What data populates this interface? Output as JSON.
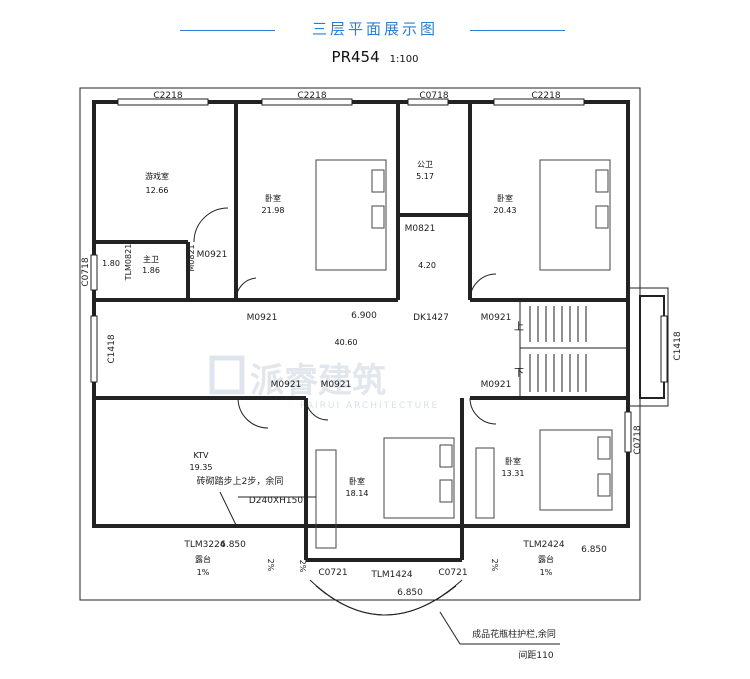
{
  "header": {
    "title": "三层平面展示图",
    "code": "PR454",
    "scale": "1:100"
  },
  "watermark": {
    "brand": "派睿建筑",
    "sub": "PAIRUI ARCHITECTURE"
  },
  "rooms": {
    "game": {
      "name": "游戏室",
      "area": "12.66"
    },
    "master_bath": {
      "name": "主卫",
      "area": "1.86"
    },
    "small_area": {
      "area": "1.80"
    },
    "bed1": {
      "name": "卧室",
      "area": "21.98"
    },
    "pub_bath": {
      "name": "公卫",
      "area": "5.17"
    },
    "closet": {
      "area": "4.20"
    },
    "bed2": {
      "name": "卧室",
      "area": "20.43"
    },
    "hall": {
      "area": "40.60"
    },
    "ktv": {
      "name": "KTV",
      "area": "19.35"
    },
    "bed3": {
      "name": "卧室",
      "area": "18.14"
    },
    "bed4": {
      "name": "卧室",
      "area": "13.31"
    },
    "terrace_l": {
      "name": "露台",
      "slope": "1%"
    },
    "terrace_r": {
      "name": "露台",
      "slope": "1%"
    }
  },
  "windows": {
    "c2218_a": "C2218",
    "c2218_b": "C2218",
    "c0718_top": "C0718",
    "c2218_c": "C2218",
    "c0718_left": "C0718",
    "c1418_left": "C1418",
    "c1418_right": "C1418",
    "c0718_right": "C0718",
    "tlm0821": "TLM0821",
    "tlm3224": "TLM3224",
    "tlm2424": "TLM2424",
    "tlm1424": "TLM1424",
    "c0721_l": "C0721",
    "c0721_r": "C0721"
  },
  "doors": {
    "m0921_game": "M0921",
    "m0821_bath": "M0821",
    "m0821_pub": "M0821",
    "m0921_bed1": "M0921",
    "dk1427": "DK1427",
    "m0921_bed2": "M0921",
    "m0921_ktv": "M0921",
    "m0921_bed3": "M0921",
    "m0921_bed4": "M0921"
  },
  "levels": {
    "hall": "6.900",
    "terrace_l": "6.850",
    "terrace_r": "6.850",
    "balcony": "6.850"
  },
  "stairs": {
    "up": "上",
    "down": "下"
  },
  "slopes": {
    "s1": "2%",
    "s2": "2%",
    "s3": "2%"
  },
  "notes": {
    "step": "砖砌踏步上2步，余同",
    "step_size": "D240XH150",
    "rail": "成品花瓶柱护栏,余同",
    "spacing": "间距110"
  }
}
